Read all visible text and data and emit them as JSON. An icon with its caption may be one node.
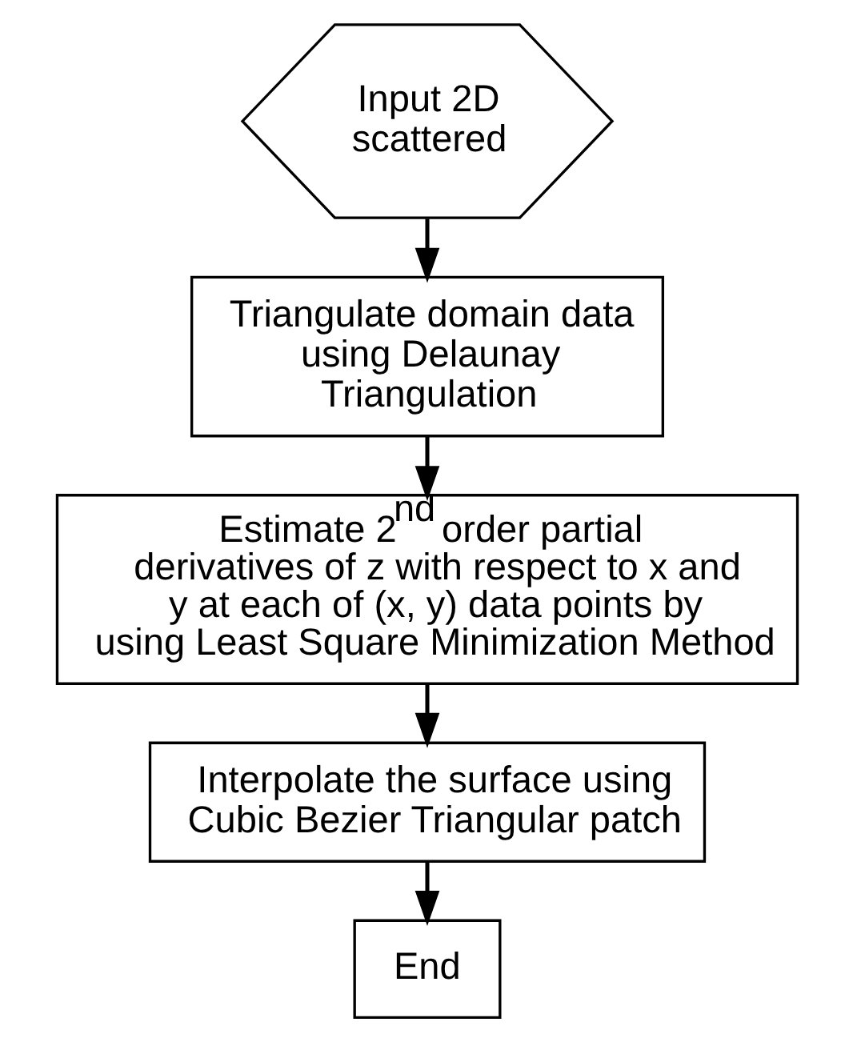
{
  "diagram": {
    "nodes": [
      {
        "text": [
          "Input 2D scattered"
        ]
      },
      {
        "text": [
          "Triangulate domain data using Delaunay Triangulation"
        ]
      },
      {
        "text": [
          "Estimate 2$^{nd}$ order partial derivatives of z with respect to x and y at each of (x, y) data points by using Least Square Minimization Method"
        ]
      },
      {
        "text": [
          "Interpolate the surface using Cubic Bezier Triangular patch"
        ]
      },
      {
        "text": [
          "End"
        ]
      }
    ],
    "edges": [
      {
        "from": 0,
        "to": 1,
        "arrow": "to"
      },
      {
        "from": 1,
        "to": 2,
        "arrow": "to"
      },
      {
        "from": 2,
        "to": 3,
        "arrow": "to"
      },
      {
        "from": 3,
        "to": 4,
        "arrow": "to"
      }
    ]
  }
}
